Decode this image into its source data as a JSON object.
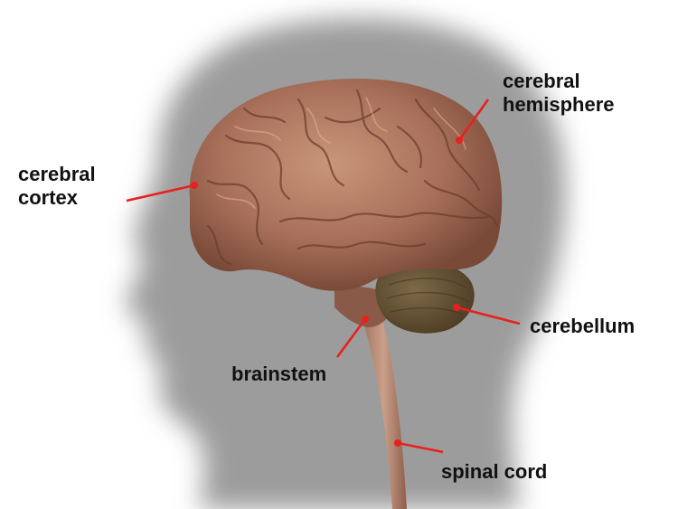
{
  "colors": {
    "silhouette": "#9a9a9a",
    "pointer": "#e8201e",
    "brain": "#b07a5e",
    "cerebellum": "#6e5838",
    "text": "#111111"
  },
  "labels": {
    "cerebral_cortex": "cerebral\ncortex",
    "cerebral_hemisphere": "cerebral\nhemisphere",
    "cerebellum": "cerebellum",
    "brainstem": "brainstem",
    "spinal_cord": "spinal cord"
  }
}
